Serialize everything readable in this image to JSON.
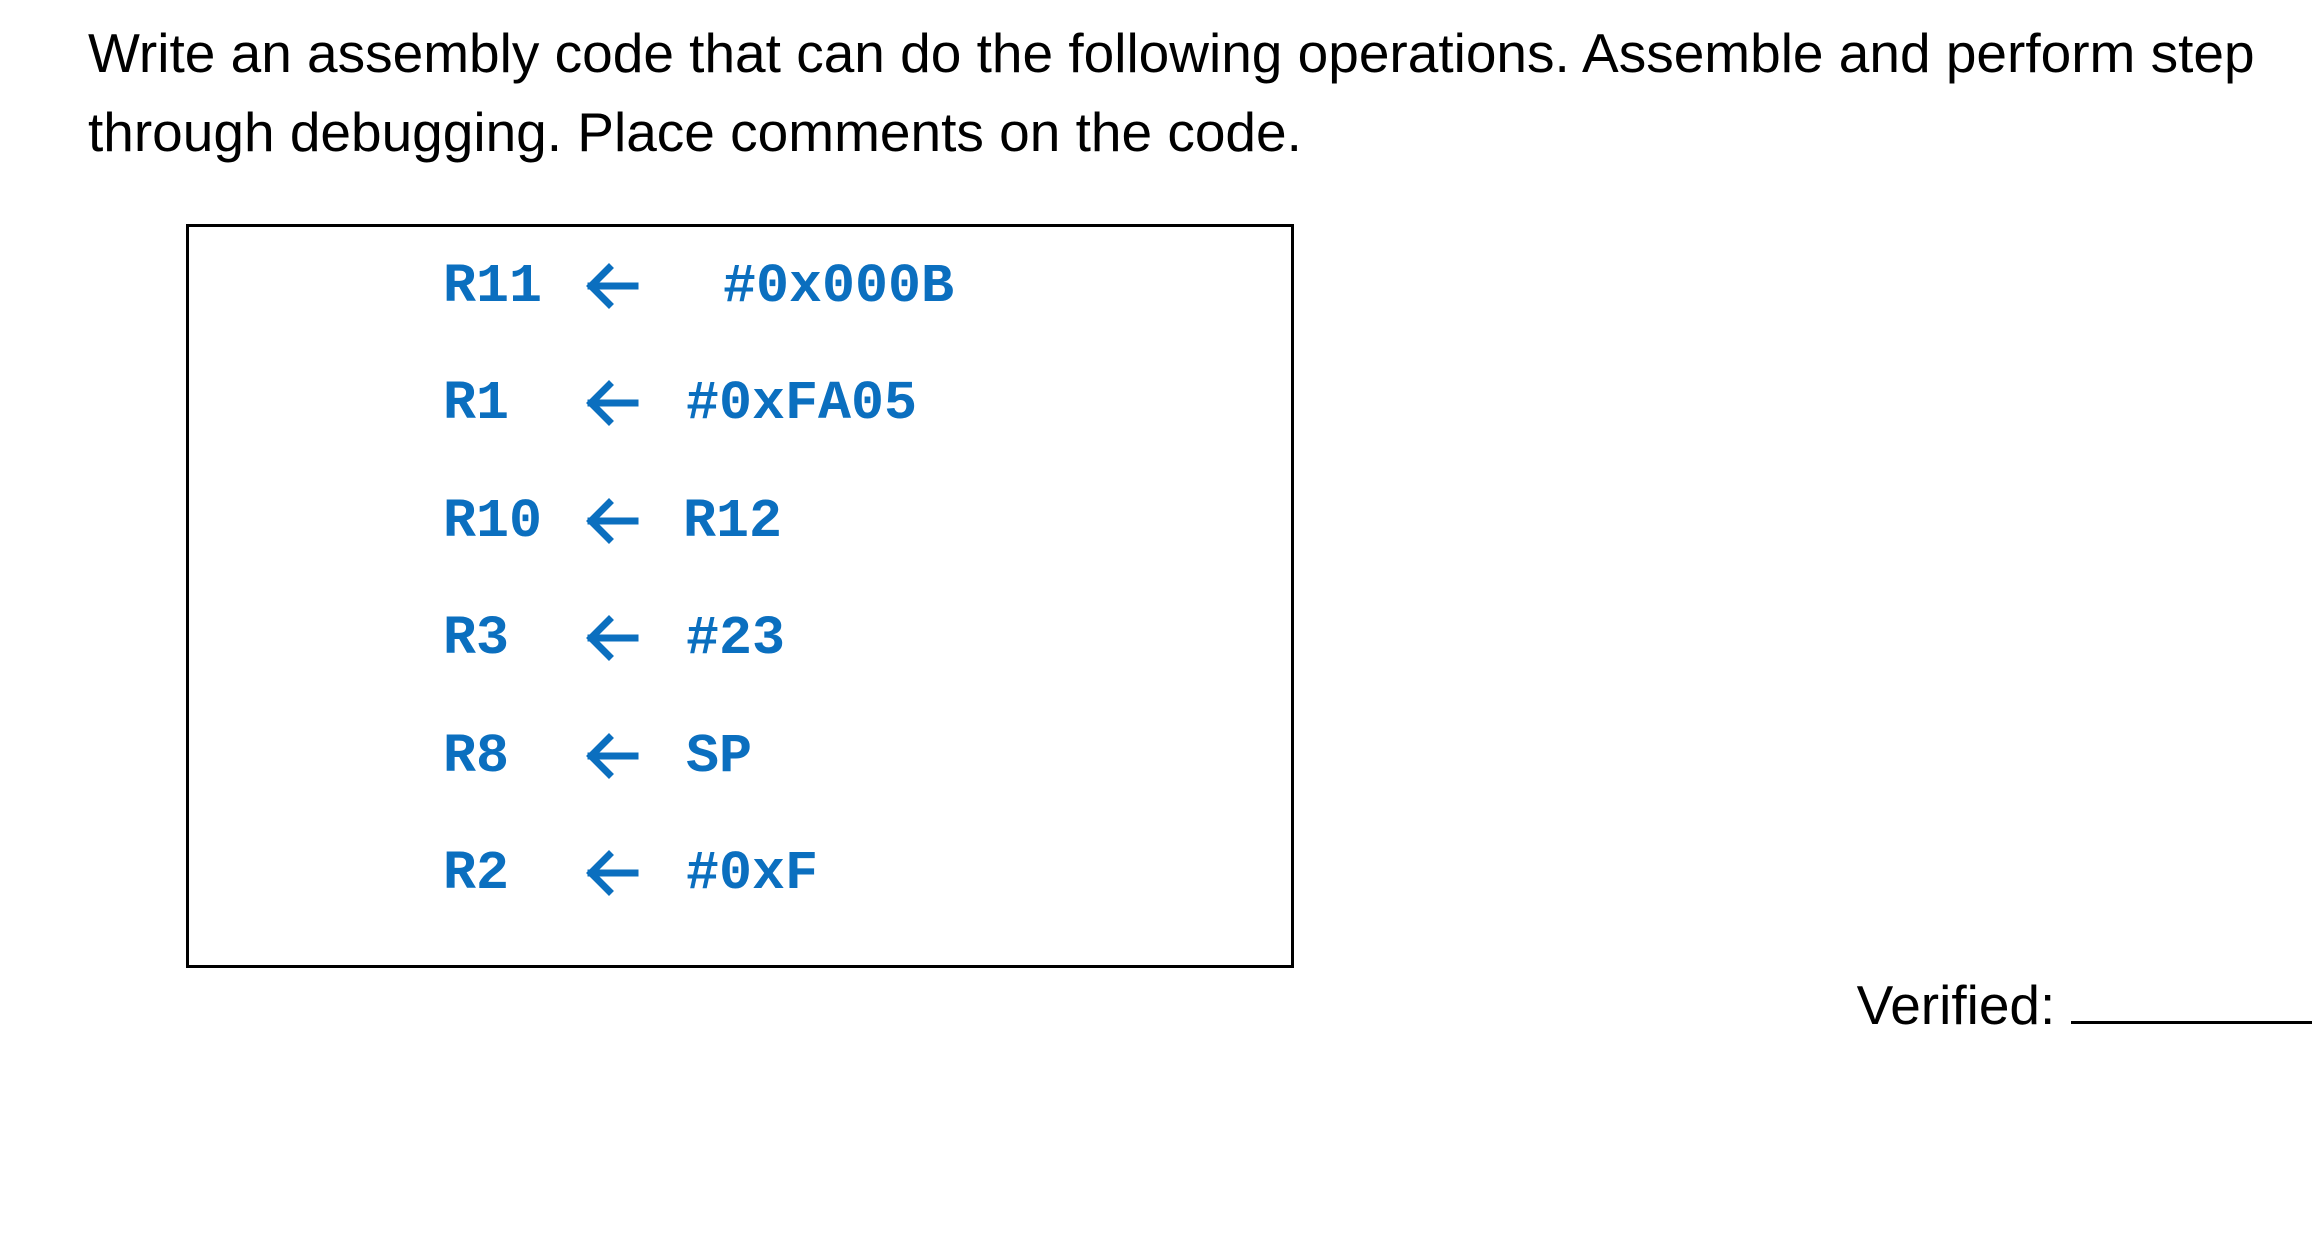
{
  "instructions": {
    "line1": "Write an assembly code that can do the following operations. Assemble and perform step",
    "line2": "through debugging. Place comments on the code."
  },
  "code": {
    "color": "#0B6FBF",
    "arrow_icon": "left-arrow-icon",
    "lines": [
      {
        "dest": "R11",
        "src": "#0x000B"
      },
      {
        "dest": "R1",
        "src": "#0xFA05"
      },
      {
        "dest": "R10",
        "src": "R12"
      },
      {
        "dest": "R3",
        "src": "#23"
      },
      {
        "dest": "R8",
        "src": "SP"
      },
      {
        "dest": "R2",
        "src": "#0xF"
      }
    ]
  },
  "verified": {
    "label": "Verified:"
  }
}
